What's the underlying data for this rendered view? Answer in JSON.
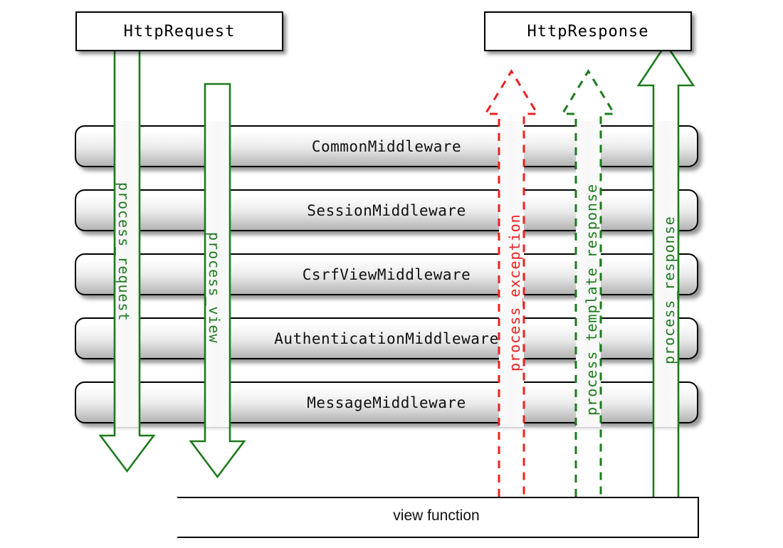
{
  "diagram": {
    "title": "Django middleware request/response flow",
    "colors": {
      "green": "#1e7a1e",
      "red": "#ef2020",
      "black": "#000000",
      "bar_gradient_top": "#ffffff",
      "bar_gradient_bottom": "#b4b4b4"
    }
  },
  "endpoints": {
    "request_box": "HttpRequest",
    "response_box": "HttpResponse"
  },
  "middleware": [
    {
      "label": "CommonMiddleware"
    },
    {
      "label": "SessionMiddleware"
    },
    {
      "label": "CsrfViewMiddleware"
    },
    {
      "label": "AuthenticationMiddleware"
    },
    {
      "label": "MessageMiddleware"
    }
  ],
  "flows": [
    {
      "label": "process_request",
      "color": "#1e7a1e",
      "style": "solid",
      "direction": "down"
    },
    {
      "label": "process_view",
      "color": "#1e7a1e",
      "style": "solid",
      "direction": "down"
    },
    {
      "label": "process_exception",
      "color": "#ef2020",
      "style": "dashed",
      "direction": "up"
    },
    {
      "label": "process_template_response",
      "color": "#1e7a1e",
      "style": "dashed",
      "direction": "up"
    },
    {
      "label": "process_response",
      "color": "#1e7a1e",
      "style": "solid",
      "direction": "up"
    }
  ],
  "view": {
    "label": "view function"
  }
}
